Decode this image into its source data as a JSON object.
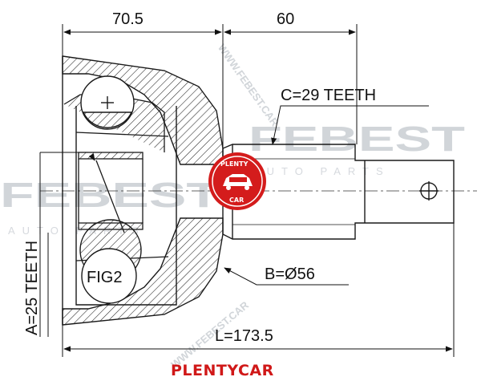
{
  "dimensions": {
    "left_section_length": "70.5",
    "right_section_length": "60",
    "outer_spline": "C=29 TEETH",
    "seal_diameter": "B=Ø56",
    "total_length": "L=173.5",
    "inner_spline": "A=25 TEETH",
    "detail_label": "FIG2"
  },
  "watermark": {
    "brand": "FEBEST",
    "sub_text": "AUTO PARTS",
    "url": "WWW.FEBEST.CAR"
  },
  "logo": {
    "top_text": "PLENTY",
    "bottom_text": "CAR",
    "color": "#d41c1c"
  },
  "caption": "PLENTYCAR",
  "colors": {
    "line": "#1a1a1a",
    "caption": "#d01818",
    "watermark": "#c9ced3"
  }
}
